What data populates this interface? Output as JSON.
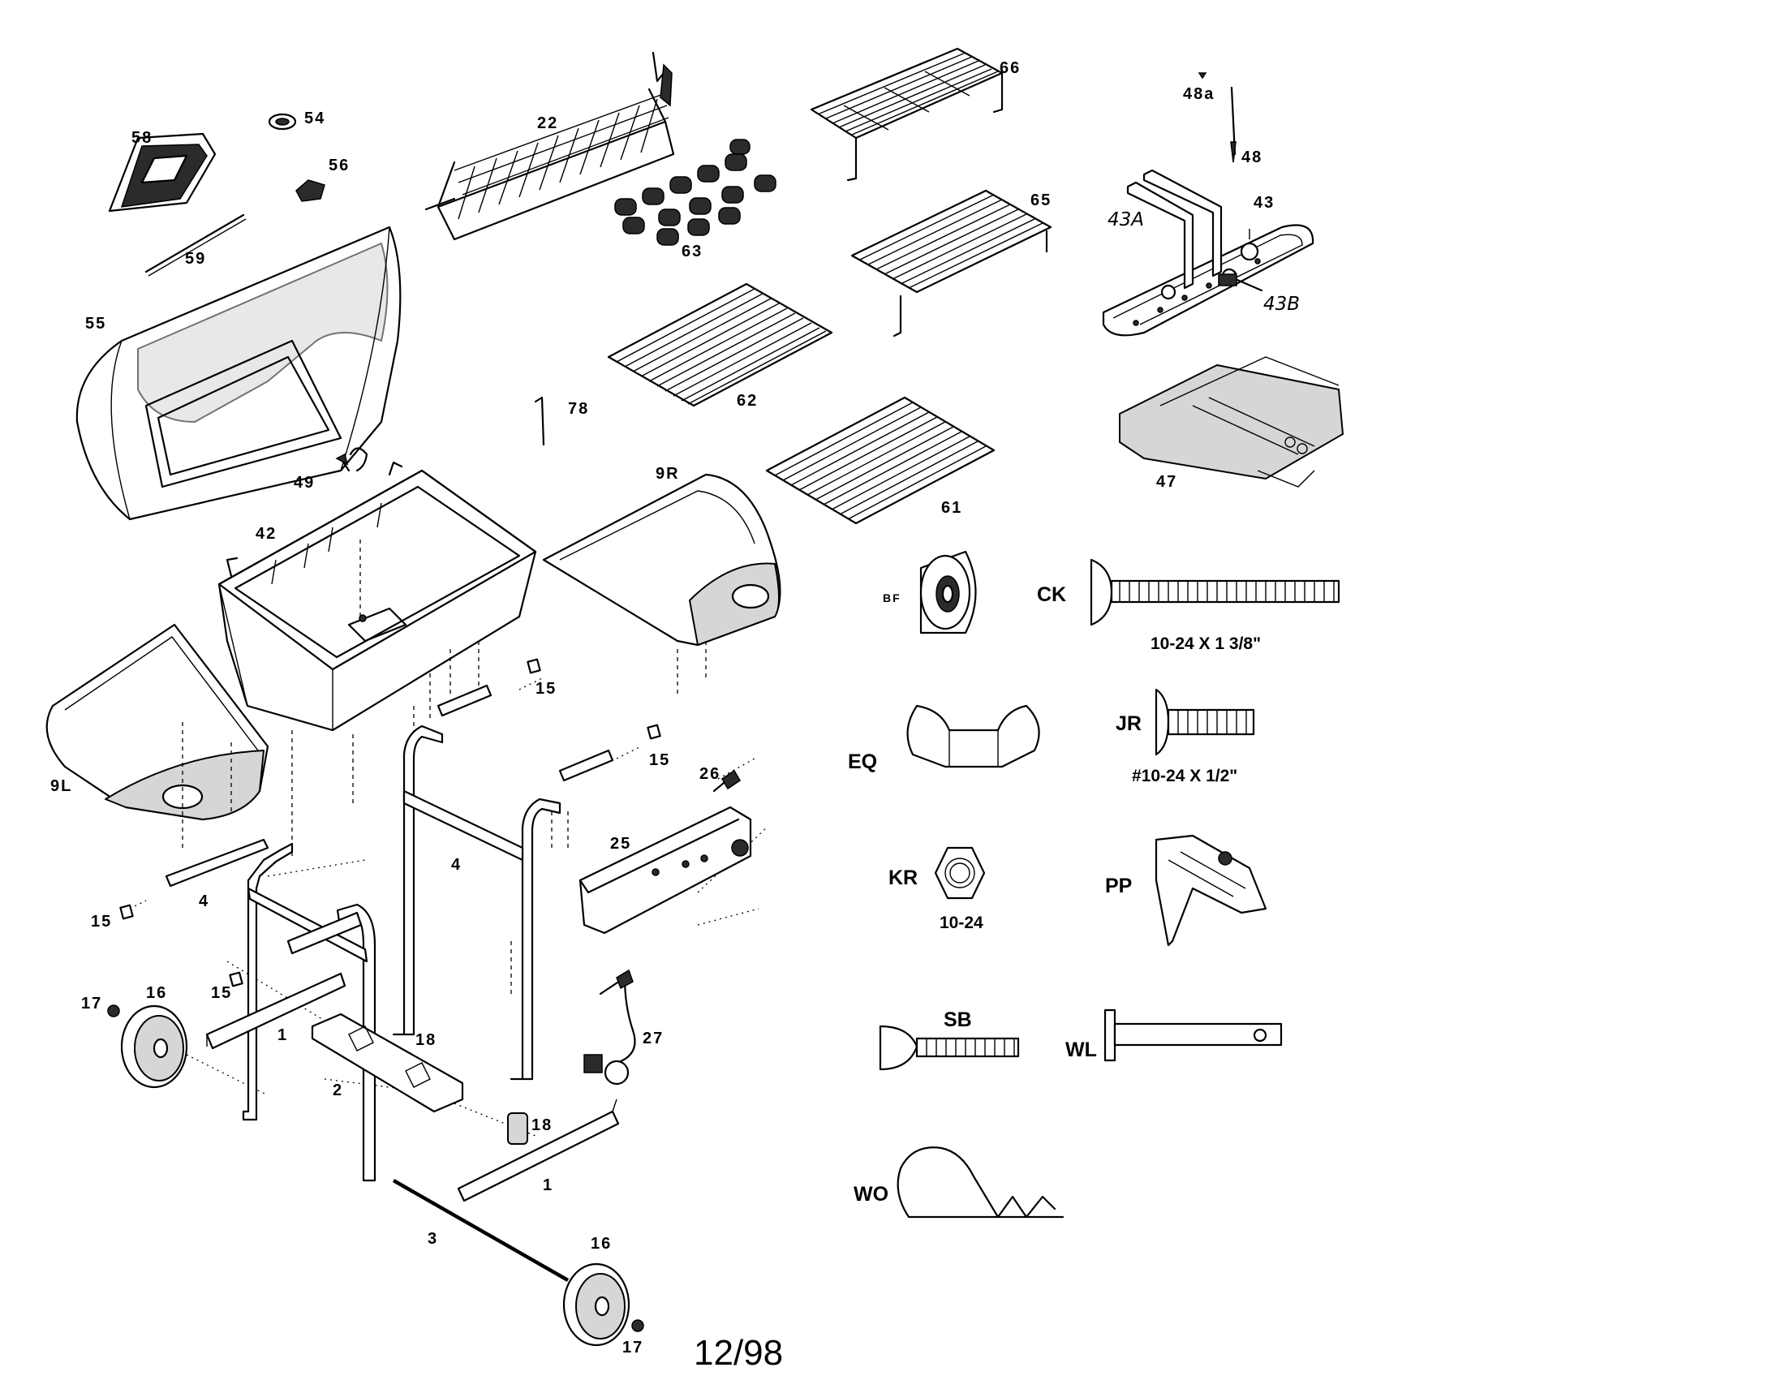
{
  "labels": {
    "p58": "58",
    "p54": "54",
    "p56": "56",
    "p59": "59",
    "p55": "55",
    "p22": "22",
    "p63": "63",
    "p66": "66",
    "p65": "65",
    "p48a": "48a",
    "p48": "48",
    "p43": "43",
    "p43A": "43A",
    "p43B": "43B",
    "p62": "62",
    "p78": "78",
    "p47": "47",
    "p61": "61",
    "p49": "49",
    "p42": "42",
    "p9R": "9R",
    "p9L": "9L",
    "p15a": "15",
    "p15b": "15",
    "p15c": "15",
    "p15d": "15",
    "p26": "26",
    "p25": "25",
    "p4a": "4",
    "p4b": "4",
    "p17a": "17",
    "p16a": "16",
    "p1a": "1",
    "p18a": "18",
    "p2": "2",
    "p27": "27",
    "p18b": "18",
    "p1b": "1",
    "p3": "3",
    "p16b": "16",
    "p17b": "17",
    "BF": "BF",
    "CK": "CK",
    "EQ": "EQ",
    "JR": "JR",
    "KR": "KR",
    "PP": "PP",
    "SB": "SB",
    "WL": "WL",
    "WO": "WO"
  },
  "dimensions": {
    "ck": "10-24 X 1 3/8\"",
    "jr": "#10-24 X 1/2\"",
    "kr": "10-24"
  },
  "date_code": "12/98"
}
